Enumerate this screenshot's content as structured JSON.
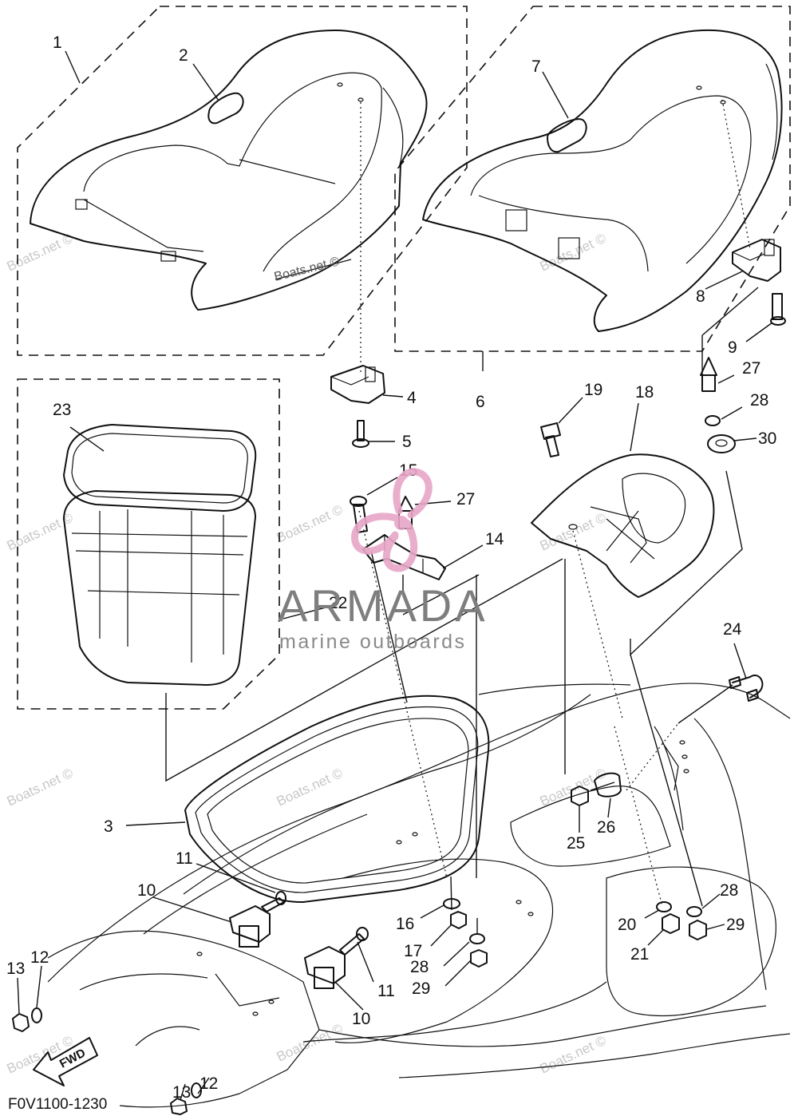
{
  "diagram": {
    "drawing_code": "F0V1100-1230",
    "fwd_label": "FWD",
    "watermark": "Boats.net ©",
    "logo": {
      "name": "ARMADA",
      "tagline": "marine outboards",
      "accent_color": "#e8a6c8"
    },
    "callouts": [
      "1",
      "2",
      "3",
      "4",
      "5",
      "6",
      "7",
      "8",
      "9",
      "10",
      "10",
      "11",
      "11",
      "12",
      "12",
      "13",
      "13",
      "14",
      "15",
      "16",
      "17",
      "18",
      "19",
      "20",
      "21",
      "22",
      "23",
      "24",
      "25",
      "26",
      "27",
      "27",
      "28",
      "28",
      "28",
      "29",
      "29",
      "30"
    ]
  }
}
